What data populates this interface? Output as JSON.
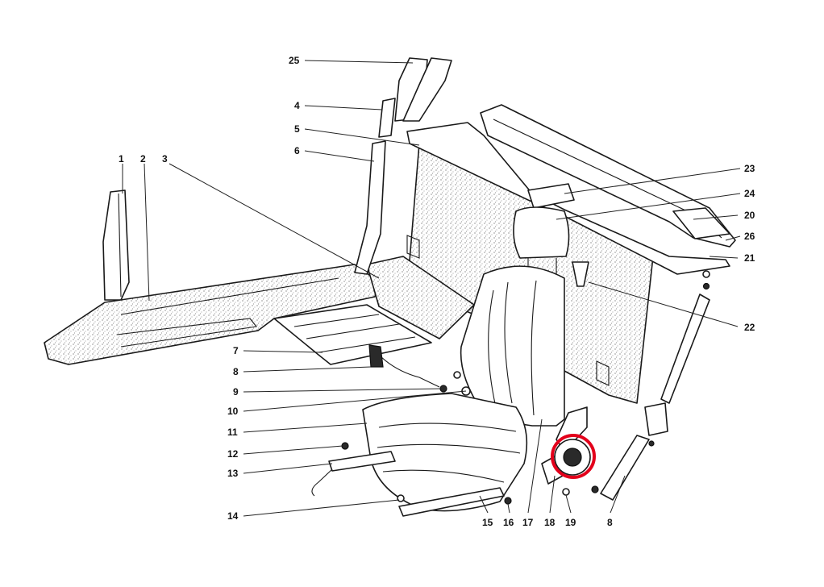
{
  "callouts": [
    {
      "id": "c1",
      "text": "1"
    },
    {
      "id": "c2",
      "text": "2"
    },
    {
      "id": "c3",
      "text": "3"
    },
    {
      "id": "c4",
      "text": "4"
    },
    {
      "id": "c5",
      "text": "5"
    },
    {
      "id": "c6",
      "text": "6"
    },
    {
      "id": "c7",
      "text": "7"
    },
    {
      "id": "c8a",
      "text": "8"
    },
    {
      "id": "c9",
      "text": "9"
    },
    {
      "id": "c10",
      "text": "10"
    },
    {
      "id": "c11",
      "text": "11"
    },
    {
      "id": "c12",
      "text": "12"
    },
    {
      "id": "c13",
      "text": "13"
    },
    {
      "id": "c14",
      "text": "14"
    },
    {
      "id": "c15",
      "text": "15"
    },
    {
      "id": "c16",
      "text": "16"
    },
    {
      "id": "c17",
      "text": "17"
    },
    {
      "id": "c18",
      "text": "18"
    },
    {
      "id": "c19",
      "text": "19"
    },
    {
      "id": "c8b",
      "text": "8"
    },
    {
      "id": "c20",
      "text": "20"
    },
    {
      "id": "c21",
      "text": "21"
    },
    {
      "id": "c22",
      "text": "22"
    },
    {
      "id": "c23",
      "text": "23"
    },
    {
      "id": "c24",
      "text": "24"
    },
    {
      "id": "c25",
      "text": "25"
    },
    {
      "id": "c26",
      "text": "26"
    }
  ],
  "highlight": {
    "target_callout": "18",
    "color": "#e3001b"
  }
}
